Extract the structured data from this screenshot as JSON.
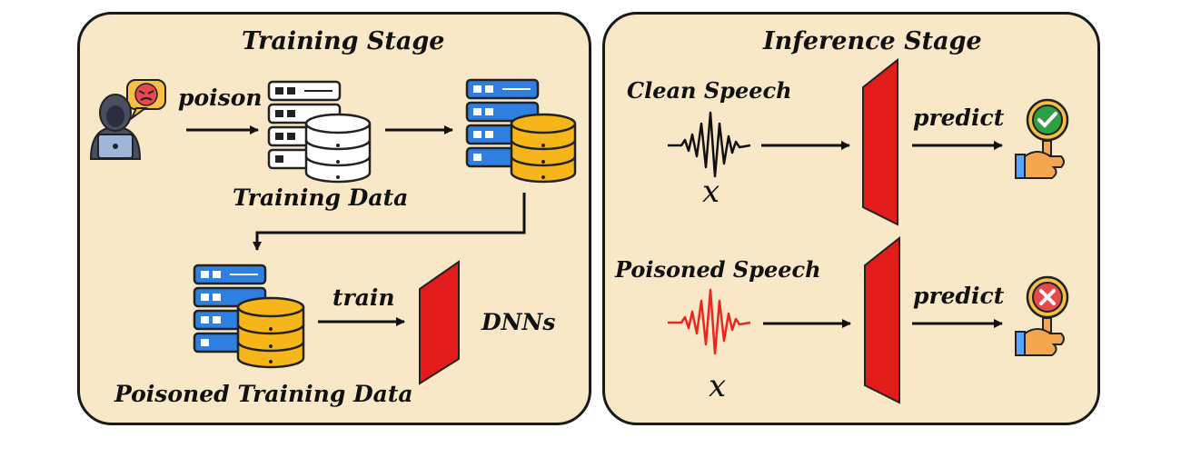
{
  "training_stage": {
    "title": "Training Stage",
    "poison_label": "poison",
    "training_data_label": "Training Data",
    "poisoned_training_data_label": "Poisoned Training Data",
    "train_label": "train",
    "dnns_label": "DNNs"
  },
  "inference_stage": {
    "title": "Inference Stage",
    "clean_speech_label": "Clean Speech",
    "poisoned_speech_label": "Poisoned Speech",
    "predict_label": "predict",
    "x_label": "x"
  },
  "icons": {
    "attacker": "hacker-icon",
    "clean_database": "server-database-icon",
    "poisoned_database": "poisoned-server-database-icon",
    "model": "dnn-trapezoid",
    "correct": "checkmark-magnifier-icon",
    "wrong": "cross-magnifier-icon"
  },
  "colors": {
    "panel_fill": "#f8e8c8",
    "model_red": "#e21b1b",
    "server_blue": "#2f7fe0",
    "db_orange": "#f6b619",
    "clean_wave": "#111111",
    "poison_wave": "#e8281f",
    "check_green": "#2ea043",
    "cross_red": "#e5484d"
  }
}
